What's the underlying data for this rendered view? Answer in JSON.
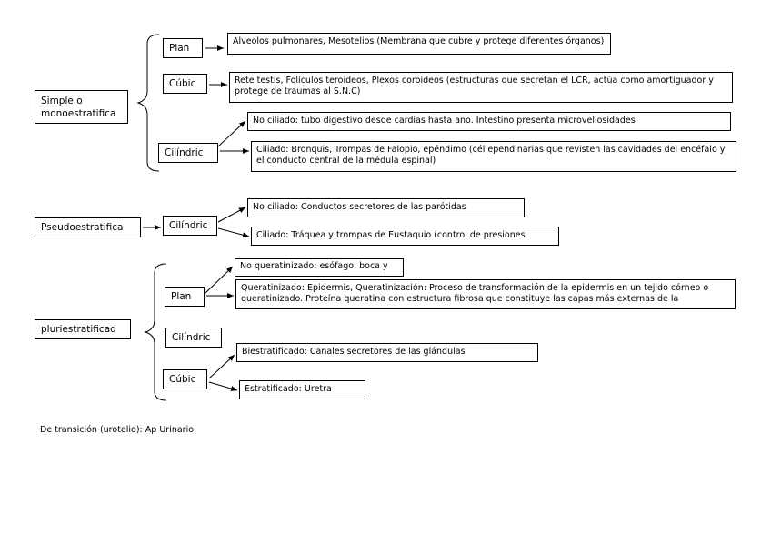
{
  "simple": {
    "root": "Simple o monoestratifica",
    "plan": "Plan",
    "plan_desc": "Alveolos pulmonares, Mesotelios (Membrana que cubre y protege diferentes órganos)",
    "cubic": "Cúbic",
    "cubic_desc": "Rete testis, Folículos teroideos, Plexos coroideos (estructuras que secretan el LCR, actúa como amortiguador y protege de traumas al S.N.C)",
    "cilindric": "Cilíndric",
    "no_ciliado": "No ciliado: tubo digestivo desde cardias hasta ano. Intestino presenta microvellosidades",
    "ciliado": "Ciliado: Bronquis, Trompas de Falopio, epéndimo (cél ependinarias que revisten las cavidades del encéfalo y el conducto central de la médula espinal)"
  },
  "pseudo": {
    "root": "Pseudoestratifica",
    "cilindric": "Cilíndric",
    "no_ciliado": "No ciliado: Conductos secretores de las parótidas",
    "ciliado": "Ciliado: Tráquea y trompas de Eustaquio (control de presiones"
  },
  "pluri": {
    "root": "pluriestratificad",
    "plan": "Plan",
    "no_queratinizado": "No queratinizado: esófago, boca y",
    "queratinizado": "Queratinizado: Epidermis, Queratinización: Proceso de transformación de la epidermis en un tejido córneo o queratinizado. Proteína queratina con estructura fibrosa que constituye las capas más externas de la",
    "cilindric": "Cilíndric",
    "cubic": "Cúbic",
    "biestratificado": "Biestratificado: Canales secretores de las glándulas",
    "estratificado": "Estratificado: Uretra"
  },
  "footer": "De transición (urotelio): Ap Urinario"
}
